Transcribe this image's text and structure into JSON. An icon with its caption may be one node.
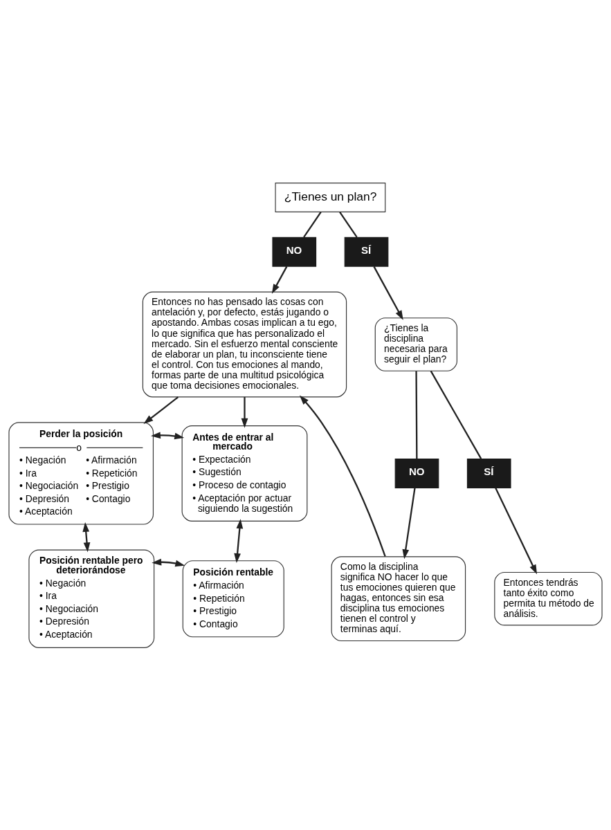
{
  "diagram": {
    "nodes": [
      {
        "text": [
          "¿Tienes un plan?"
        ]
      },
      {
        "text": [
          "NO"
        ]
      },
      {
        "text": [
          "SÍ"
        ]
      },
      {
        "text": [
          "Entonces no has pensado las cosas con antelación y, por defecto, estás jugando o apostando. Ambas cosas implican a tu ego, lo que significa que has personalizado el mercado. Sin el esfuerzo mental consciente de elaborar un plan, tu inconsciente tiene el control. Con tus emociones al mando, formas parte de una multitud psicológica que toma decisiones emocionales."
        ]
      },
      {
        "text": [
          "¿Tienes la disciplina necesaria para seguir el plan?"
        ]
      },
      {
        "text": [
          "SÍ"
        ]
      },
      {
        "text": [
          "Entonces tendrás tanto éxito como permita tu método de análisis."
        ]
      },
      {
        "text": [
          "NO"
        ]
      },
      {
        "text": [
          "Como la disciplina significa NO hacer lo que tus emociones quieren que hagas, entonces sin esa disciplina tus emociones tienen el control y terminas aquí."
        ]
      },
      {
        "text": [
          "Perder la posición",
          "o",
          "• Negación",
          "• Ira",
          "• Negociación",
          "• Depresión",
          "• Aceptación",
          "• Afirmación",
          "• Repetición",
          "• Prestigio",
          "• Contagio"
        ]
      },
      {
        "text": [
          "Antes de entrar al mercado",
          "• Expectación",
          "• Sugestión",
          "• Proceso de contagio",
          "• Aceptación por actuar siguiendo la sugestión"
        ]
      },
      {
        "text": [
          "Posición rentable pero deteriorándose",
          "• Negación",
          "• Ira",
          "• Negociación",
          "• Depresión",
          "• Aceptación"
        ]
      },
      {
        "text": [
          "Posición rentable",
          "• Afirmación",
          "• Repetición",
          "• Prestigio",
          "• Contagio"
        ]
      }
    ],
    "edges": [
      {
        "from": 0,
        "to": 1,
        "arrow": "none"
      },
      {
        "from": 0,
        "to": 2,
        "arrow": "none"
      },
      {
        "from": 1,
        "to": 3,
        "arrow": "to"
      },
      {
        "from": 2,
        "to": 4,
        "arrow": "to"
      },
      {
        "from": 4,
        "to": 5,
        "arrow": "none"
      },
      {
        "from": 5,
        "to": 6,
        "arrow": "to"
      },
      {
        "from": 4,
        "to": 7,
        "arrow": "none"
      },
      {
        "from": 7,
        "to": 8,
        "arrow": "to"
      },
      {
        "from": 8,
        "to": 3,
        "arrow": "to"
      },
      {
        "from": 3,
        "to": 9,
        "arrow": "to"
      },
      {
        "from": 3,
        "to": 10,
        "arrow": "to"
      },
      {
        "from": 9,
        "to": 10,
        "arrow": "both"
      },
      {
        "from": 10,
        "to": 12,
        "arrow": "both"
      },
      {
        "from": 12,
        "to": 11,
        "arrow": "both"
      },
      {
        "from": 11,
        "to": 9,
        "arrow": "both"
      }
    ]
  }
}
